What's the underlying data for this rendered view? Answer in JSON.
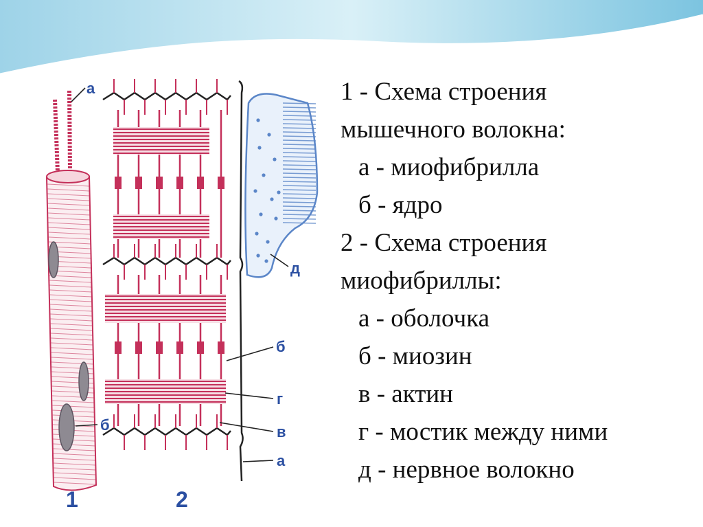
{
  "diagram": {
    "labels": {
      "a_myofibril": "а",
      "b_nucleus": "б",
      "d_nerve": "д",
      "b_myosin": "б",
      "g_bridge": "г",
      "v_actin": "в",
      "a_membrane": "а"
    },
    "numbers": {
      "fig1": "1",
      "fig2": "2"
    }
  },
  "legend": {
    "lines": [
      "1 - Схема строения",
      "мышечного волокна:",
      "а - миофибрилла",
      "б - ядро",
      "2 - Схема строения",
      "миофибриллы:",
      "а - оболочка",
      "б - миозин",
      "в - актин",
      "г - мостик между ними",
      "д - нервное волокно"
    ]
  },
  "colors": {
    "fiber": "#c4305a",
    "label": "#2c50a2",
    "nerve": "#5b86c8",
    "background_wave": "#bfe3f0"
  }
}
